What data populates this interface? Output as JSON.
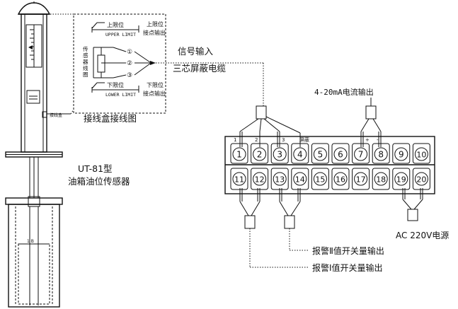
{
  "sensor": {
    "model": "UT-81型",
    "name": "油箱油位传感器",
    "junction_label": "接线盒",
    "float_label": "1 B",
    "wiring_title": "接线盒接线图"
  },
  "junction": {
    "upper_cn": "上限位",
    "upper_en": "UPPER LIMIT",
    "upper_out_1": "上限位",
    "upper_out_2": "接点输出",
    "lower_cn": "下限位",
    "lower_en": "LOWER LIMIT",
    "lower_out_1": "下限位",
    "lower_out_2": "接点输出",
    "sensor_coil": "传感器线圈",
    "pins": [
      "①",
      "②",
      "③"
    ]
  },
  "cable": {
    "signal_input": "信号输入",
    "cable_type": "三芯屏蔽电缆"
  },
  "outputs": {
    "current_output": "4-20mA电流输出",
    "power": "AC 220V电源",
    "alarm2": "报警Ⅱ值开关量输出",
    "alarm1": "报警Ⅰ值开关量输出"
  },
  "terminal_block": {
    "top_marks": [
      "1",
      "2",
      "3",
      "屏蔽",
      "+",
      "-"
    ],
    "top_row": [
      "1",
      "2",
      "3",
      "4",
      "5",
      "6",
      "7",
      "8",
      "9",
      "10"
    ],
    "bottom_row": [
      "11",
      "12",
      "13",
      "14",
      "15",
      "16",
      "17",
      "18",
      "19",
      "20"
    ]
  }
}
